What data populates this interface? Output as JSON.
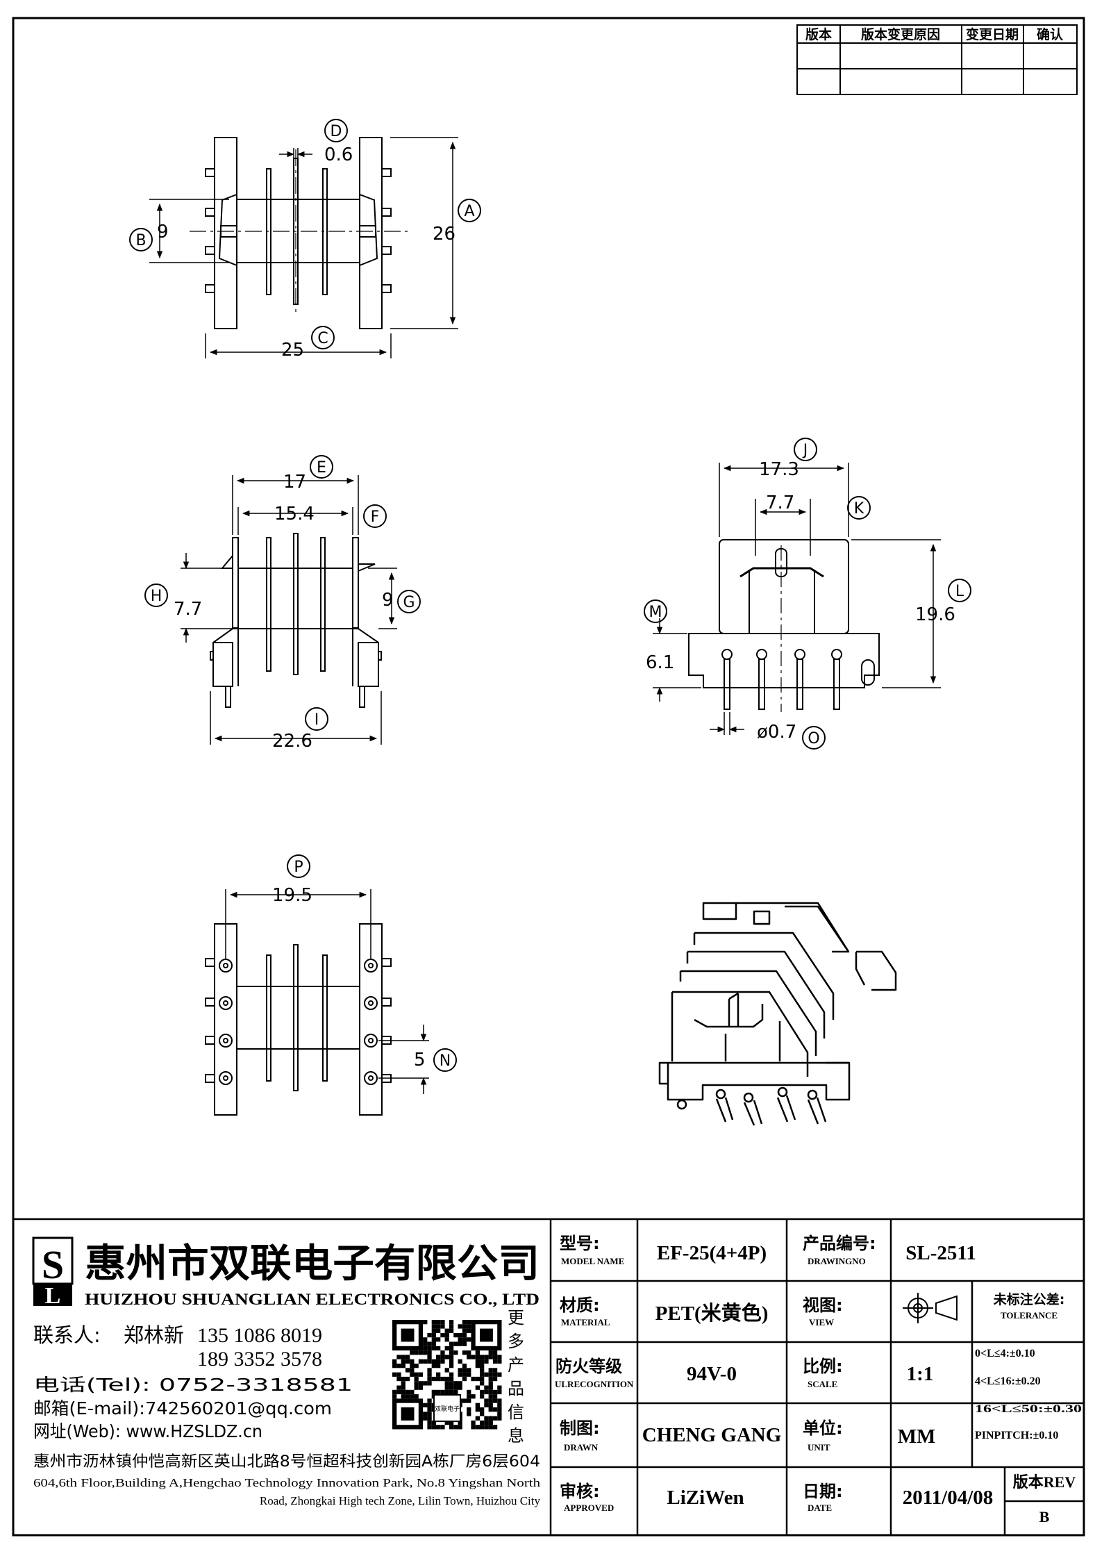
{
  "revision_table": {
    "headers": [
      "版本",
      "版本变更原因",
      "变更日期",
      "确认"
    ]
  },
  "view_top": {
    "dim_D": "0.6",
    "label_D": "D",
    "dim_A": "26",
    "label_A": "A",
    "dim_B": "9",
    "label_B": "B",
    "dim_C": "25",
    "label_C": "C"
  },
  "view_side": {
    "dim_E": "17",
    "label_E": "E",
    "dim_F": "15.4",
    "label_F": "F",
    "dim_H": "7.7",
    "label_H": "H",
    "dim_G": "9",
    "label_G": "G",
    "dim_I": "22.6",
    "label_I": "I"
  },
  "view_front": {
    "dim_J": "17.3",
    "label_J": "J",
    "dim_K": "7.7",
    "label_K": "K",
    "dim_L": "19.6",
    "label_L": "L",
    "dim_M": "6.1",
    "label_M": "M",
    "dim_O": "ø0.7",
    "label_O": "O"
  },
  "view_bottom": {
    "dim_P": "19.5",
    "label_P": "P",
    "dim_N": "5",
    "label_N": "N"
  },
  "company": {
    "name_cn": "惠州市双联电子有限公司",
    "name_en": "HUIZHOU SHUANGLIAN ELECTRONICS CO., LTD",
    "contact_label": "联系人:",
    "contact_name": "郑林新",
    "phone1": "135 1086 8019",
    "phone2": "189 3352 3578",
    "tel": "电话(Tel): 0752-3318581",
    "email": "邮箱(E-mail):742560201@qq.com",
    "web": "网址(Web): www.HZSLDZ.cn",
    "address_cn": "惠州市沥林镇仲恺高新区英山北路8号恒超科技创新园A栋厂房6层604",
    "address_en1": "604,6th Floor,Building A,Hengchao Technology Innovation Park, No.8 Yingshan North",
    "address_en2": "Road, Zhongkai High tech Zone, Lilin Town, Huizhou City",
    "qr_side": [
      "更",
      "多",
      "产",
      "品",
      "信",
      "息"
    ],
    "qr_caption": "双联电子"
  },
  "title_block": {
    "model_label": "型号:",
    "model_label_en": "MODEL NAME",
    "model_value": "EF-25(4+4P)",
    "drawing_label": "产品编号:",
    "drawing_label_en": "DRAWINGNO",
    "drawing_value": "SL-2511",
    "material_label": "材质:",
    "material_label_en": "MATERIAL",
    "material_value": "PET(米黄色)",
    "view_label": "视图:",
    "view_label_en": "VIEW",
    "tolerance_label": "未标注公差:",
    "tolerance_label_en": "TOLERANCE",
    "tolerance_rows": [
      "0<L≤4:±0.10",
      "4<L≤16:±0.20",
      "16<L≤50:±0.30",
      "PINPITCH:±0.10"
    ],
    "flame_label": "防火等级",
    "flame_label_en": "ULRECOGNITION",
    "flame_value": "94V-0",
    "scale_label": "比例:",
    "scale_label_en": "SCALE",
    "scale_value": "1:1",
    "drawn_label": "制图:",
    "drawn_label_en": "DRAWN",
    "drawn_value": "CHENG GANG",
    "unit_label": "单位:",
    "unit_label_en": "UNIT",
    "unit_value": "MM",
    "approved_label": "审核:",
    "approved_label_en": "APPROVED",
    "approved_value": "LiZiWen",
    "date_label": "日期:",
    "date_label_en": "DATE",
    "date_value": "2011/04/08",
    "rev_label": "版本REV",
    "rev_value": "B"
  }
}
